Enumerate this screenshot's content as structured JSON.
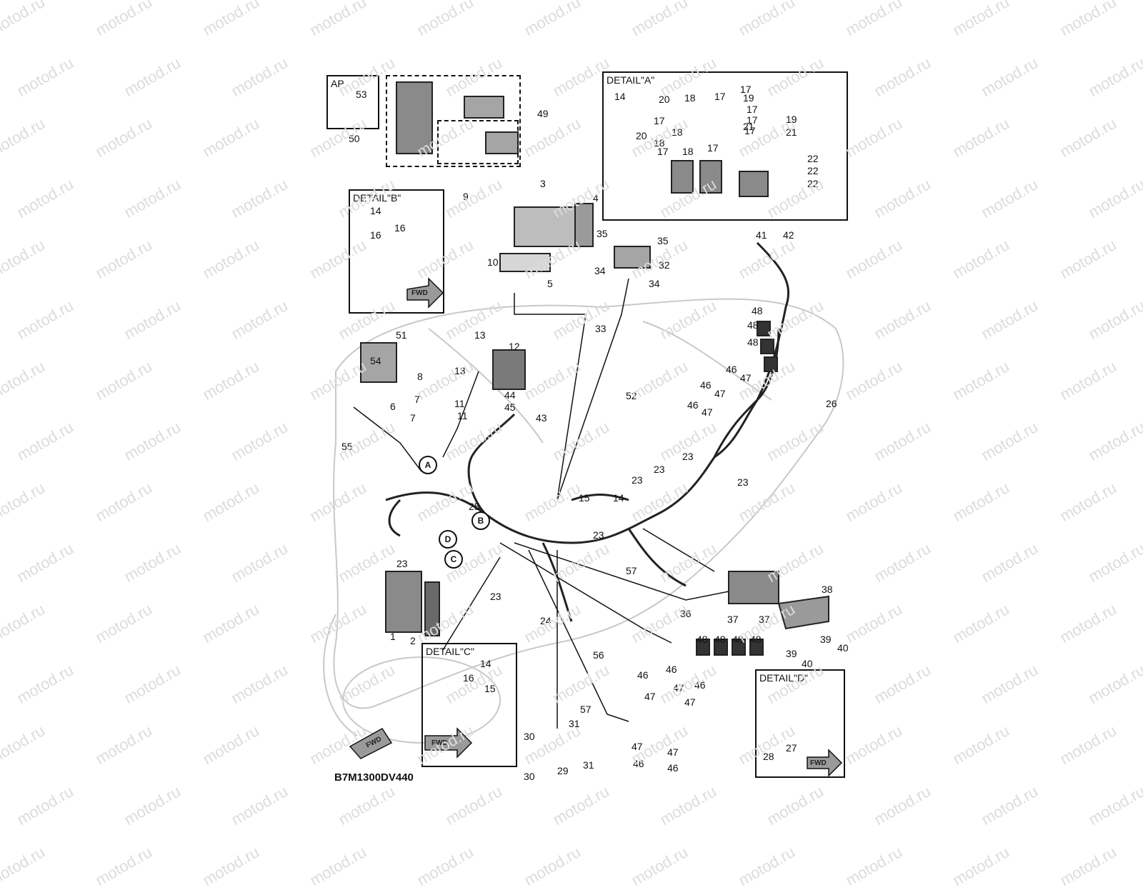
{
  "watermark": "motod.ru",
  "diagram_code": "B7M1300DV440",
  "fwd_label": "FWD",
  "panels": {
    "ap": "AP",
    "detail_a": "DETAIL\"A\"",
    "detail_b": "DETAIL\"B\"",
    "detail_c": "DETAIL\"C\"",
    "detail_d": "DETAIL\"D\""
  },
  "markers": [
    "A",
    "B",
    "C",
    "D"
  ],
  "part_labels": [
    "53",
    "50",
    "49",
    "14",
    "20",
    "18",
    "17",
    "17",
    "19",
    "17",
    "17",
    "17",
    "21",
    "19",
    "21",
    "17",
    "18",
    "18",
    "20",
    "17",
    "18",
    "17",
    "22",
    "22",
    "22",
    "14",
    "16",
    "16",
    "9",
    "3",
    "4",
    "10",
    "5",
    "35",
    "35",
    "32",
    "34",
    "34",
    "33",
    "41",
    "42",
    "13",
    "12",
    "13",
    "51",
    "54",
    "8",
    "6",
    "7",
    "7",
    "11",
    "11",
    "44",
    "45",
    "43",
    "48",
    "48",
    "48",
    "46",
    "47",
    "46",
    "47",
    "46",
    "47",
    "52",
    "26",
    "55",
    "23",
    "23",
    "23",
    "23",
    "23",
    "15",
    "14",
    "25",
    "23",
    "57",
    "23",
    "24",
    "1",
    "2",
    "56",
    "57",
    "36",
    "37",
    "37",
    "38",
    "39",
    "40",
    "39",
    "40",
    "48",
    "48",
    "48",
    "48",
    "14",
    "16",
    "15",
    "46",
    "46",
    "46",
    "47",
    "47",
    "47",
    "47",
    "47",
    "46",
    "46",
    "30",
    "31",
    "30",
    "29",
    "31",
    "28",
    "27"
  ]
}
